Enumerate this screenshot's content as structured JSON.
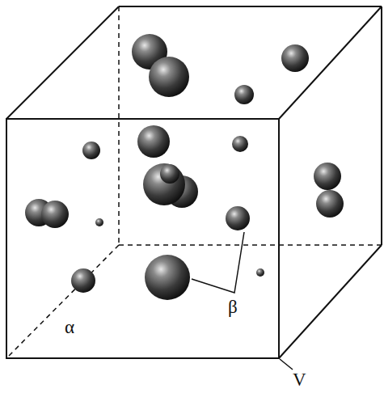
{
  "diagram": {
    "labels": [
      "α",
      "β",
      "V"
    ]
  }
}
